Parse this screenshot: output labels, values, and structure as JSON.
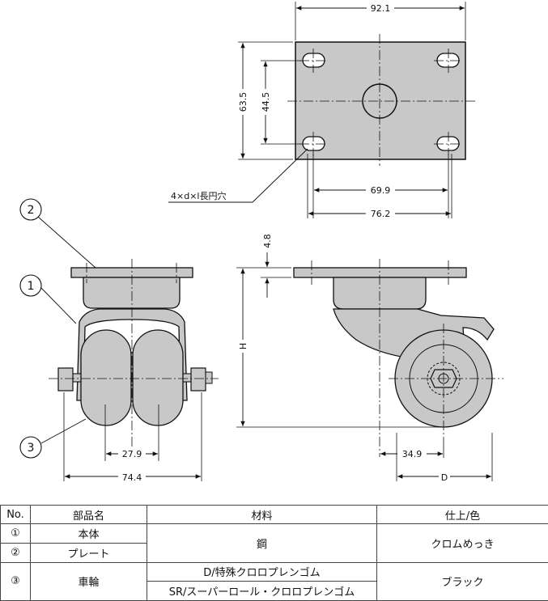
{
  "dimensions": {
    "plate_width": "92.1",
    "plate_depth": "63.5",
    "hole_pitch_y": "44.5",
    "hole_pitch_x_inner": "69.9",
    "hole_pitch_x_outer": "76.2",
    "slot_note": "4×d×l長円穴",
    "plate_thickness": "4.8",
    "height": "H",
    "wheel_gap": "27.9",
    "overall_width": "74.4",
    "offset": "34.9",
    "diameter": "D"
  },
  "callouts": [
    "1",
    "2",
    "3"
  ],
  "colors": {
    "part_fill": "#c8c8c8",
    "stroke": "#111111"
  },
  "table": {
    "headers": [
      "No.",
      "部品名",
      "材料",
      "仕上/色"
    ],
    "rows": [
      {
        "no": "①",
        "part": "本体"
      },
      {
        "no": "②",
        "part": "プレート"
      },
      {
        "no": "③",
        "part": "車輪"
      }
    ],
    "material_steel": "鋼",
    "finish_chrome": "クロムめっき",
    "material_wheel_d": "D/特殊クロロプレンゴム",
    "material_wheel_sr": "SR/スーパーロール・クロロプレンゴム",
    "finish_black": "ブラック"
  }
}
